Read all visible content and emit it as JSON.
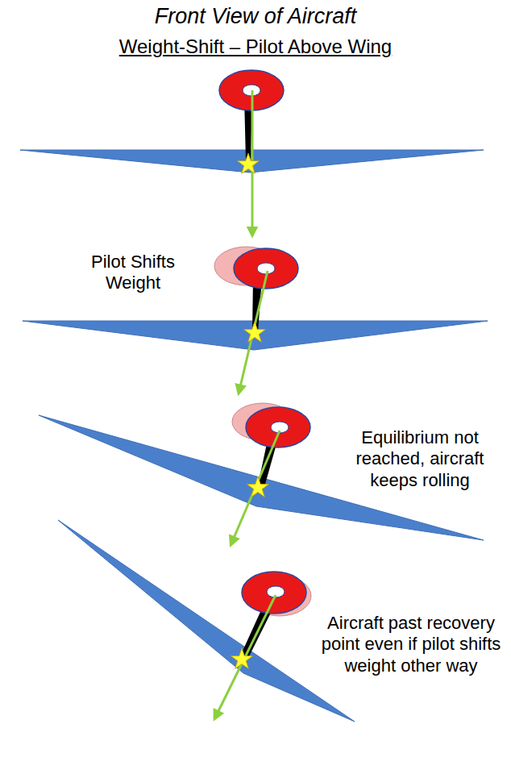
{
  "diagram": {
    "title": "Front View of Aircraft",
    "labels": [
      "Weight-Shift – Pilot Above Wing",
      "Pilot Shifts Weight",
      "Equilibrium not reached, aircraft keeps rolling",
      "Aircraft past recovery point even if pilot shifts weight other way"
    ]
  }
}
